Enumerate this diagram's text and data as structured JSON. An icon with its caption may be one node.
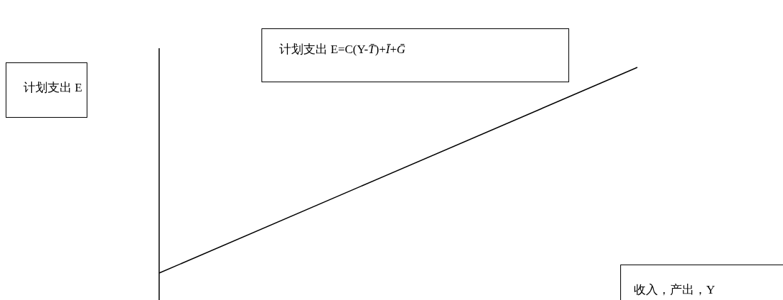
{
  "diagram": {
    "nodes": [
      {
        "text": [
          "计划支出 E"
        ]
      },
      {
        "text": [
          "计划支出 E=C(Y-*T̄*)+*Ī*+*Ḡ*"
        ]
      },
      {
        "text": [
          "收入，产出，Y"
        ]
      }
    ]
  }
}
